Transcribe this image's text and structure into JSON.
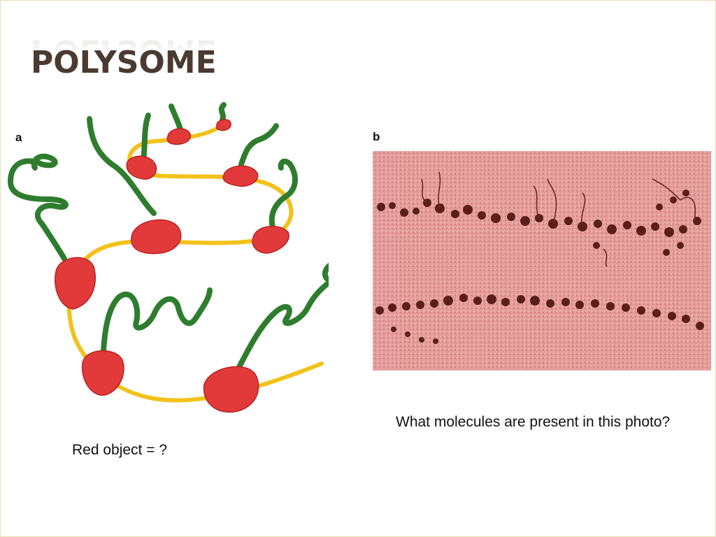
{
  "slide": {
    "title": "POLYSOME",
    "panel_a_label": "a",
    "panel_b_label": "b",
    "caption_left": "Red object = ?",
    "caption_right": "What molecules are present in this photo?"
  },
  "colors": {
    "title": "#4a3a30",
    "ribosome": "#e23a3a",
    "mrna": "#f2c21a",
    "polypeptide": "#2e7d2e",
    "micrograph_bg": "#e6a0a0",
    "micrograph_dots": "#5a1f1a"
  }
}
